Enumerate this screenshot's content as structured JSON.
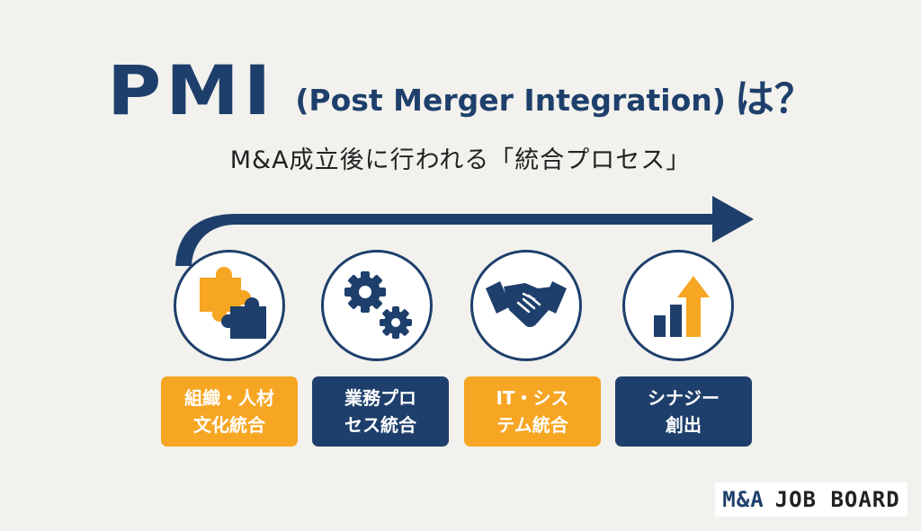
{
  "header": {
    "title_main": "PMI",
    "title_sub": "(Post Merger Integration)",
    "title_suffix": "は？",
    "subtitle": "M&A成立後に行われる「統合プロセス」"
  },
  "steps": [
    {
      "line1": "組織・人材",
      "line2": "文化統合",
      "icon": "puzzle-icon",
      "color": "#f6a623"
    },
    {
      "line1": "業務プロ",
      "line2": "セス統合",
      "icon": "gears-icon",
      "color": "#1e3f6b"
    },
    {
      "line1": "IT・シス",
      "line2": "テム統合",
      "icon": "handshake-icon",
      "color": "#f6a623"
    },
    {
      "line1": "シナジー",
      "line2": "創出",
      "icon": "growth-chart-icon",
      "color": "#1e3f6b"
    }
  ],
  "brand": {
    "part1": "M&A",
    "part2": "JOB BOARD"
  },
  "colors": {
    "navy": "#1e3f6b",
    "orange": "#f6a623",
    "background": "#f2f1ed"
  }
}
